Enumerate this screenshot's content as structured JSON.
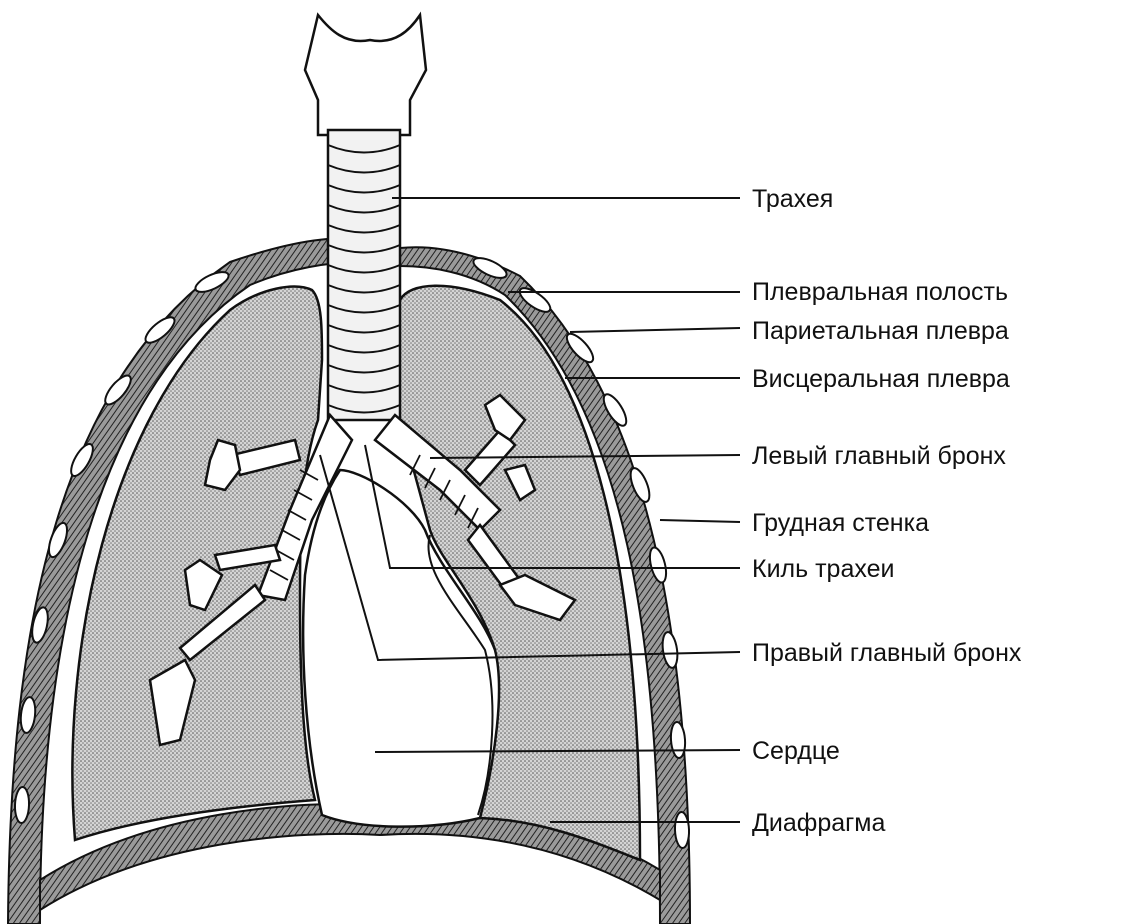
{
  "labels": {
    "trachea": "Трахея",
    "pleural_cavity": "Плевральная полость",
    "parietal_pleura": "Париетальная плевра",
    "visceral_pleura": "Висцеральная плевра",
    "left_main_bronchus": "Левый главный бронх",
    "chest_wall": "Грудная стенка",
    "carina": "Киль трахеи",
    "right_main_bronchus": "Правый главный бронх",
    "heart": "Сердце",
    "diaphragm": "Диафрагма"
  },
  "colors": {
    "ink": "#111111",
    "lung_fill": "#bdbdbd",
    "background": "#ffffff"
  }
}
